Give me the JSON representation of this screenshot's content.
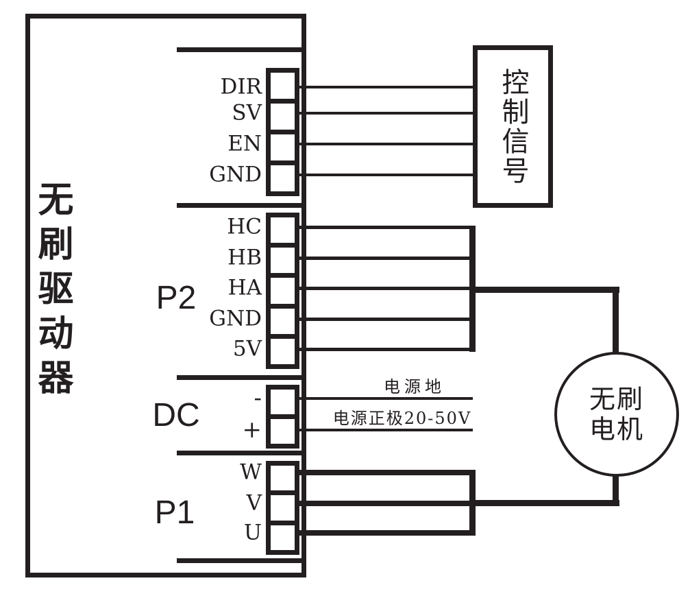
{
  "colors": {
    "ink": "#231f20",
    "background": "#ffffff"
  },
  "driver": {
    "title": "无刷驱动器"
  },
  "connectors": {
    "ctrl": {
      "pins": [
        "DIR",
        "SV",
        "EN",
        "GND"
      ]
    },
    "p2": {
      "label": "P2",
      "pins": [
        "HC",
        "HB",
        "HA",
        "GND",
        "5V"
      ]
    },
    "dc": {
      "label": "DC",
      "pins": [
        "-",
        "+"
      ],
      "wire_labels": {
        "negative": "电源地",
        "positive": "电源正极20-50V"
      }
    },
    "p1": {
      "label": "P1",
      "pins": [
        "W",
        "V",
        "U"
      ]
    }
  },
  "control_box": {
    "label": "控制信号"
  },
  "motor": {
    "line1": "无刷",
    "line2": "电机"
  }
}
